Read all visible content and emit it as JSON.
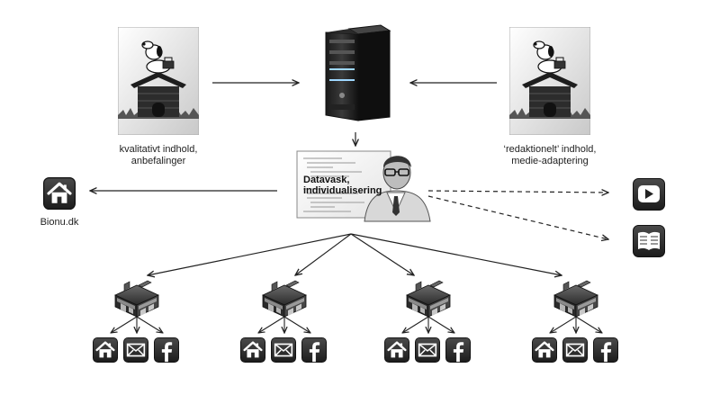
{
  "sources": {
    "left_caption": [
      "kvalitativt indhold,",
      "anbefalinger"
    ],
    "right_caption": [
      "‘redaktionelt’ indhold,",
      "medie-adaptering"
    ]
  },
  "processing": {
    "label_line1": "Datavask,",
    "label_line2": "individualisering"
  },
  "outputs": {
    "site_label": "Bionu.dk",
    "icons": [
      "home-icon",
      "video-play-icon",
      "book-icon"
    ]
  },
  "stores": {
    "count": 4,
    "channel_icons": [
      "home-icon",
      "mail-icon",
      "facebook-icon"
    ]
  }
}
